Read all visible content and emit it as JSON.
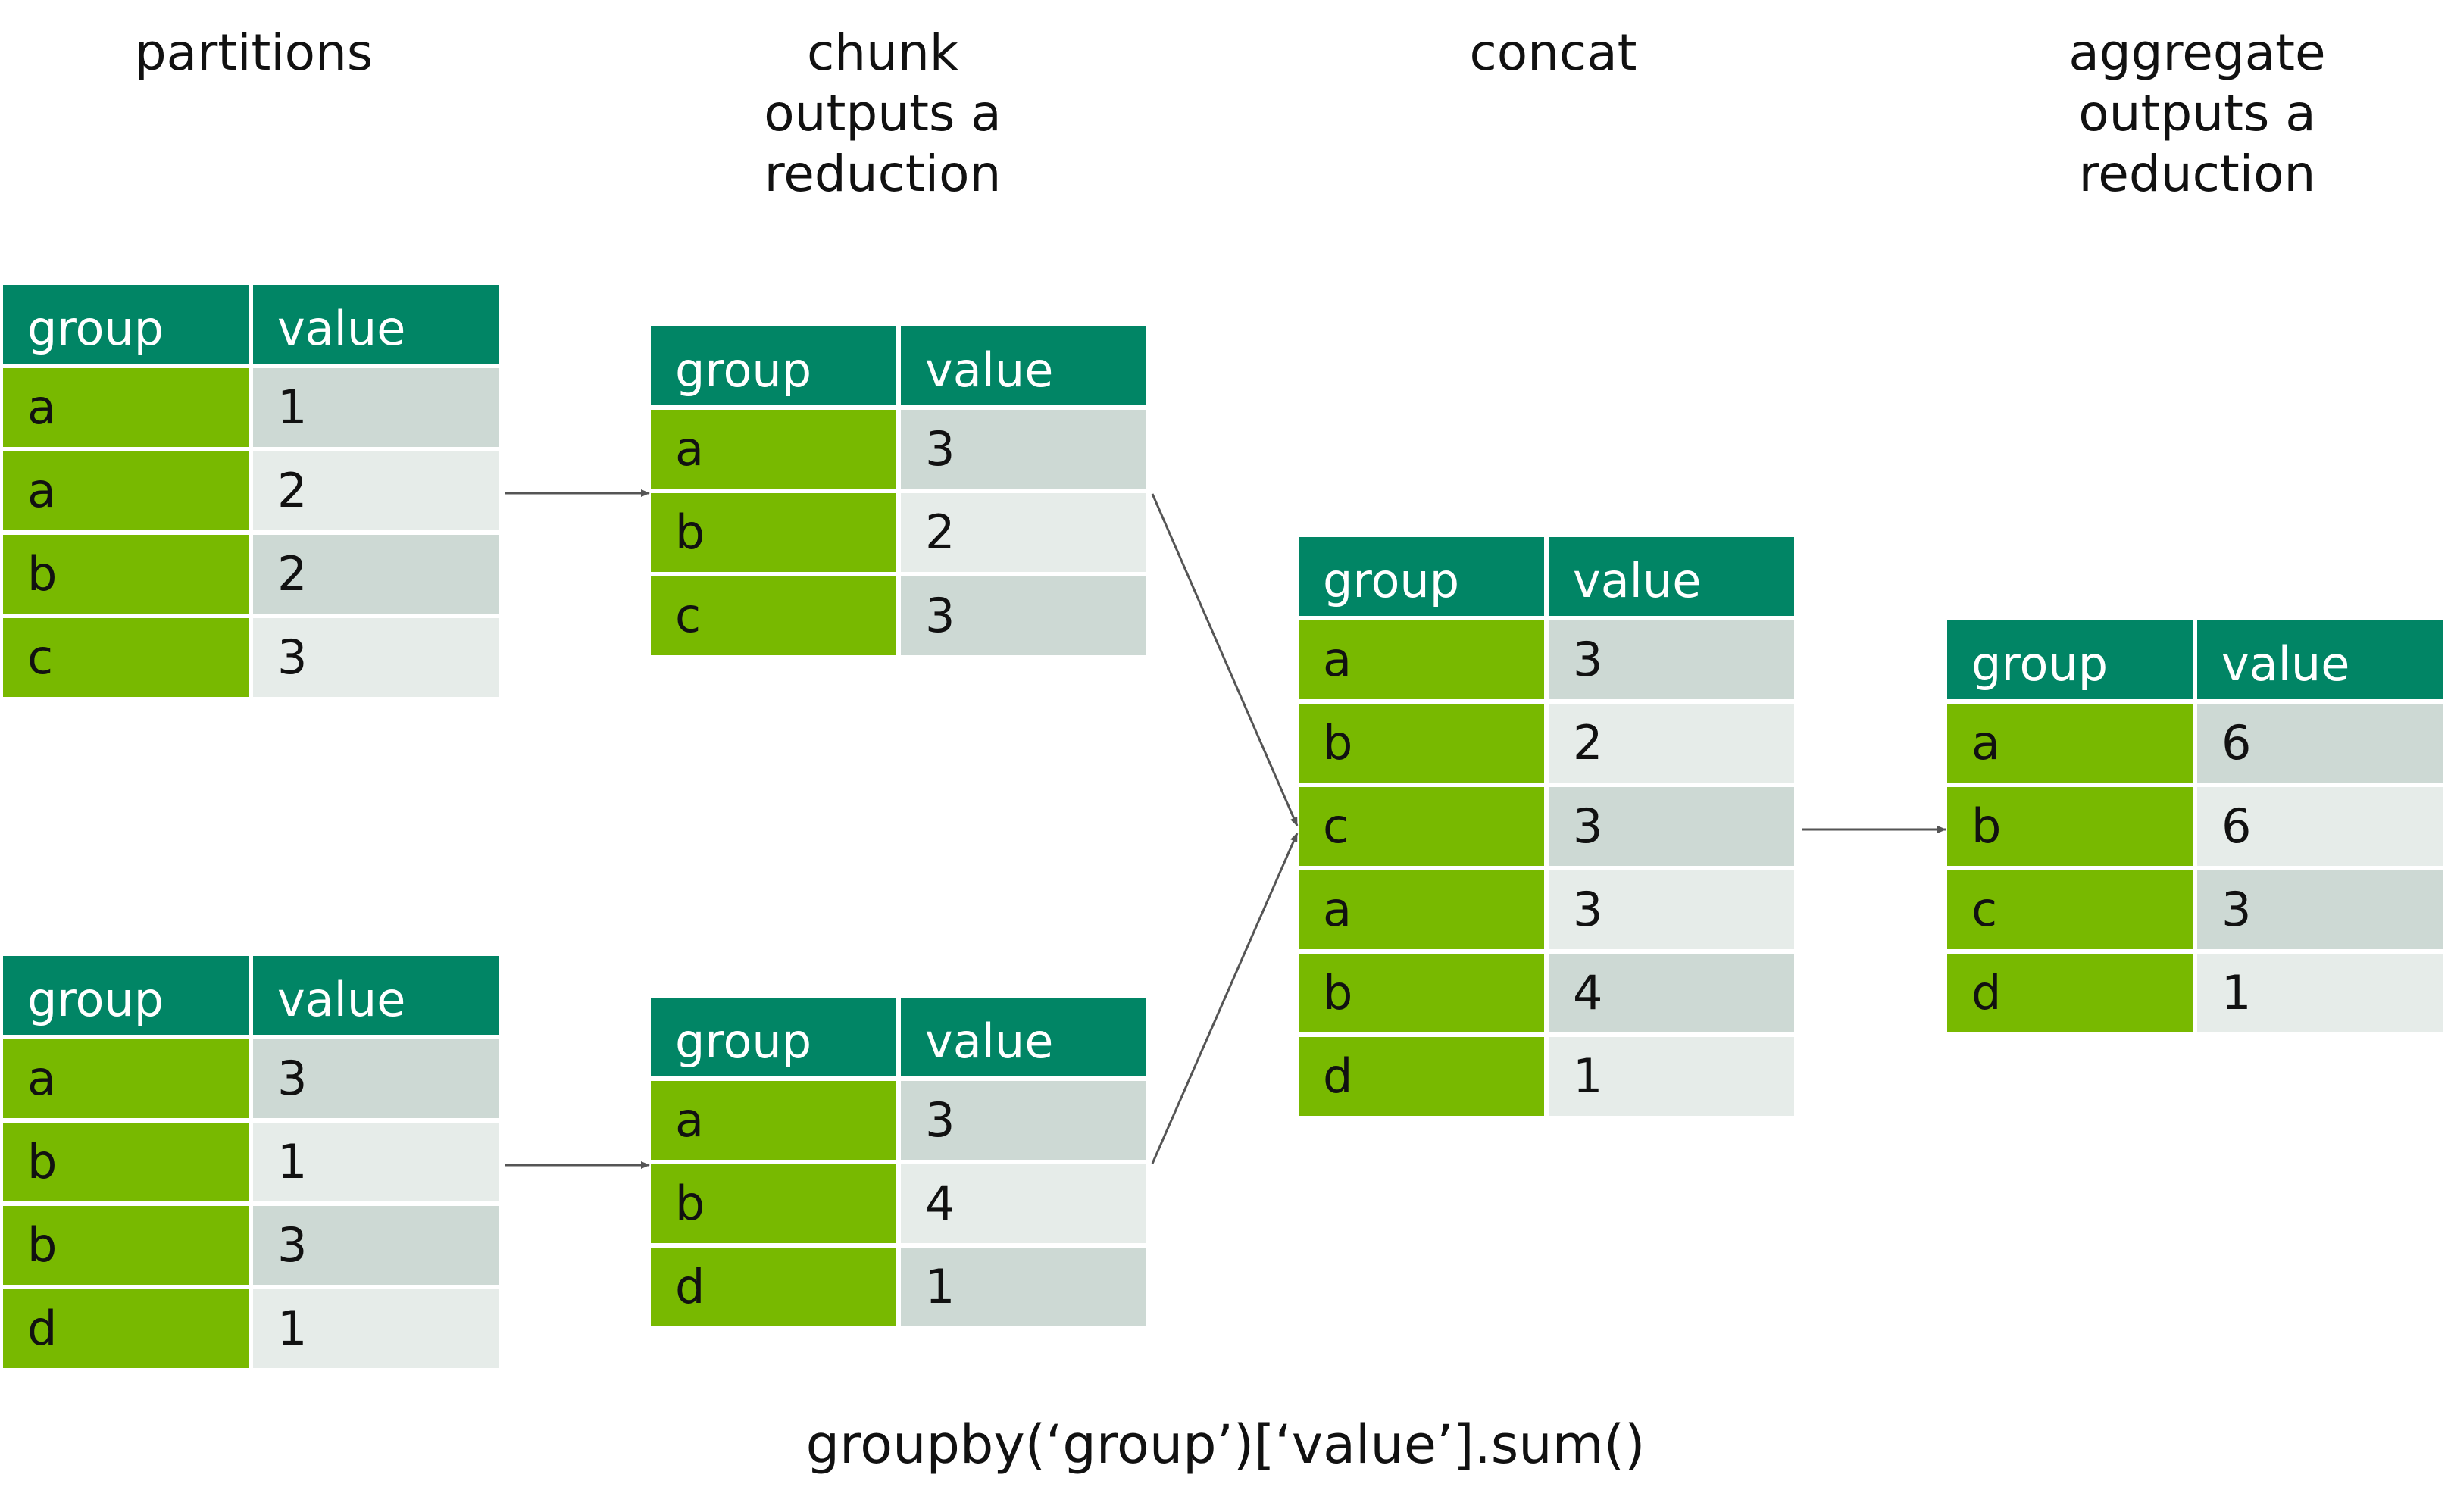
{
  "headings": {
    "partitions": "partitions",
    "chunk": "chunk\noutputs a\nreduction",
    "concat": "concat",
    "aggregate": "aggregate\noutputs a\nreduction"
  },
  "tables": {
    "partition_1": {
      "header": [
        "group",
        "value"
      ],
      "rows": [
        [
          "a",
          "1"
        ],
        [
          "a",
          "2"
        ],
        [
          "b",
          "2"
        ],
        [
          "c",
          "3"
        ]
      ]
    },
    "partition_2": {
      "header": [
        "group",
        "value"
      ],
      "rows": [
        [
          "a",
          "3"
        ],
        [
          "b",
          "1"
        ],
        [
          "b",
          "3"
        ],
        [
          "d",
          "1"
        ]
      ]
    },
    "chunk_1": {
      "header": [
        "group",
        "value"
      ],
      "rows": [
        [
          "a",
          "3"
        ],
        [
          "b",
          "2"
        ],
        [
          "c",
          "3"
        ]
      ]
    },
    "chunk_2": {
      "header": [
        "group",
        "value"
      ],
      "rows": [
        [
          "a",
          "3"
        ],
        [
          "b",
          "4"
        ],
        [
          "d",
          "1"
        ]
      ]
    },
    "concat": {
      "header": [
        "group",
        "value"
      ],
      "rows": [
        [
          "a",
          "3"
        ],
        [
          "b",
          "2"
        ],
        [
          "c",
          "3"
        ],
        [
          "a",
          "3"
        ],
        [
          "b",
          "4"
        ],
        [
          "d",
          "1"
        ]
      ]
    },
    "aggregate": {
      "header": [
        "group",
        "value"
      ],
      "rows": [
        [
          "a",
          "6"
        ],
        [
          "b",
          "6"
        ],
        [
          "c",
          "3"
        ],
        [
          "d",
          "1"
        ]
      ]
    }
  },
  "caption": "groupby(‘group’)[‘value’].sum()",
  "colors": {
    "header_bg": "#018565",
    "group_bg": "#78b900",
    "value_bg_odd": "#cdd9d4",
    "value_bg_even": "#e6ece9",
    "arrow": "#555555"
  }
}
